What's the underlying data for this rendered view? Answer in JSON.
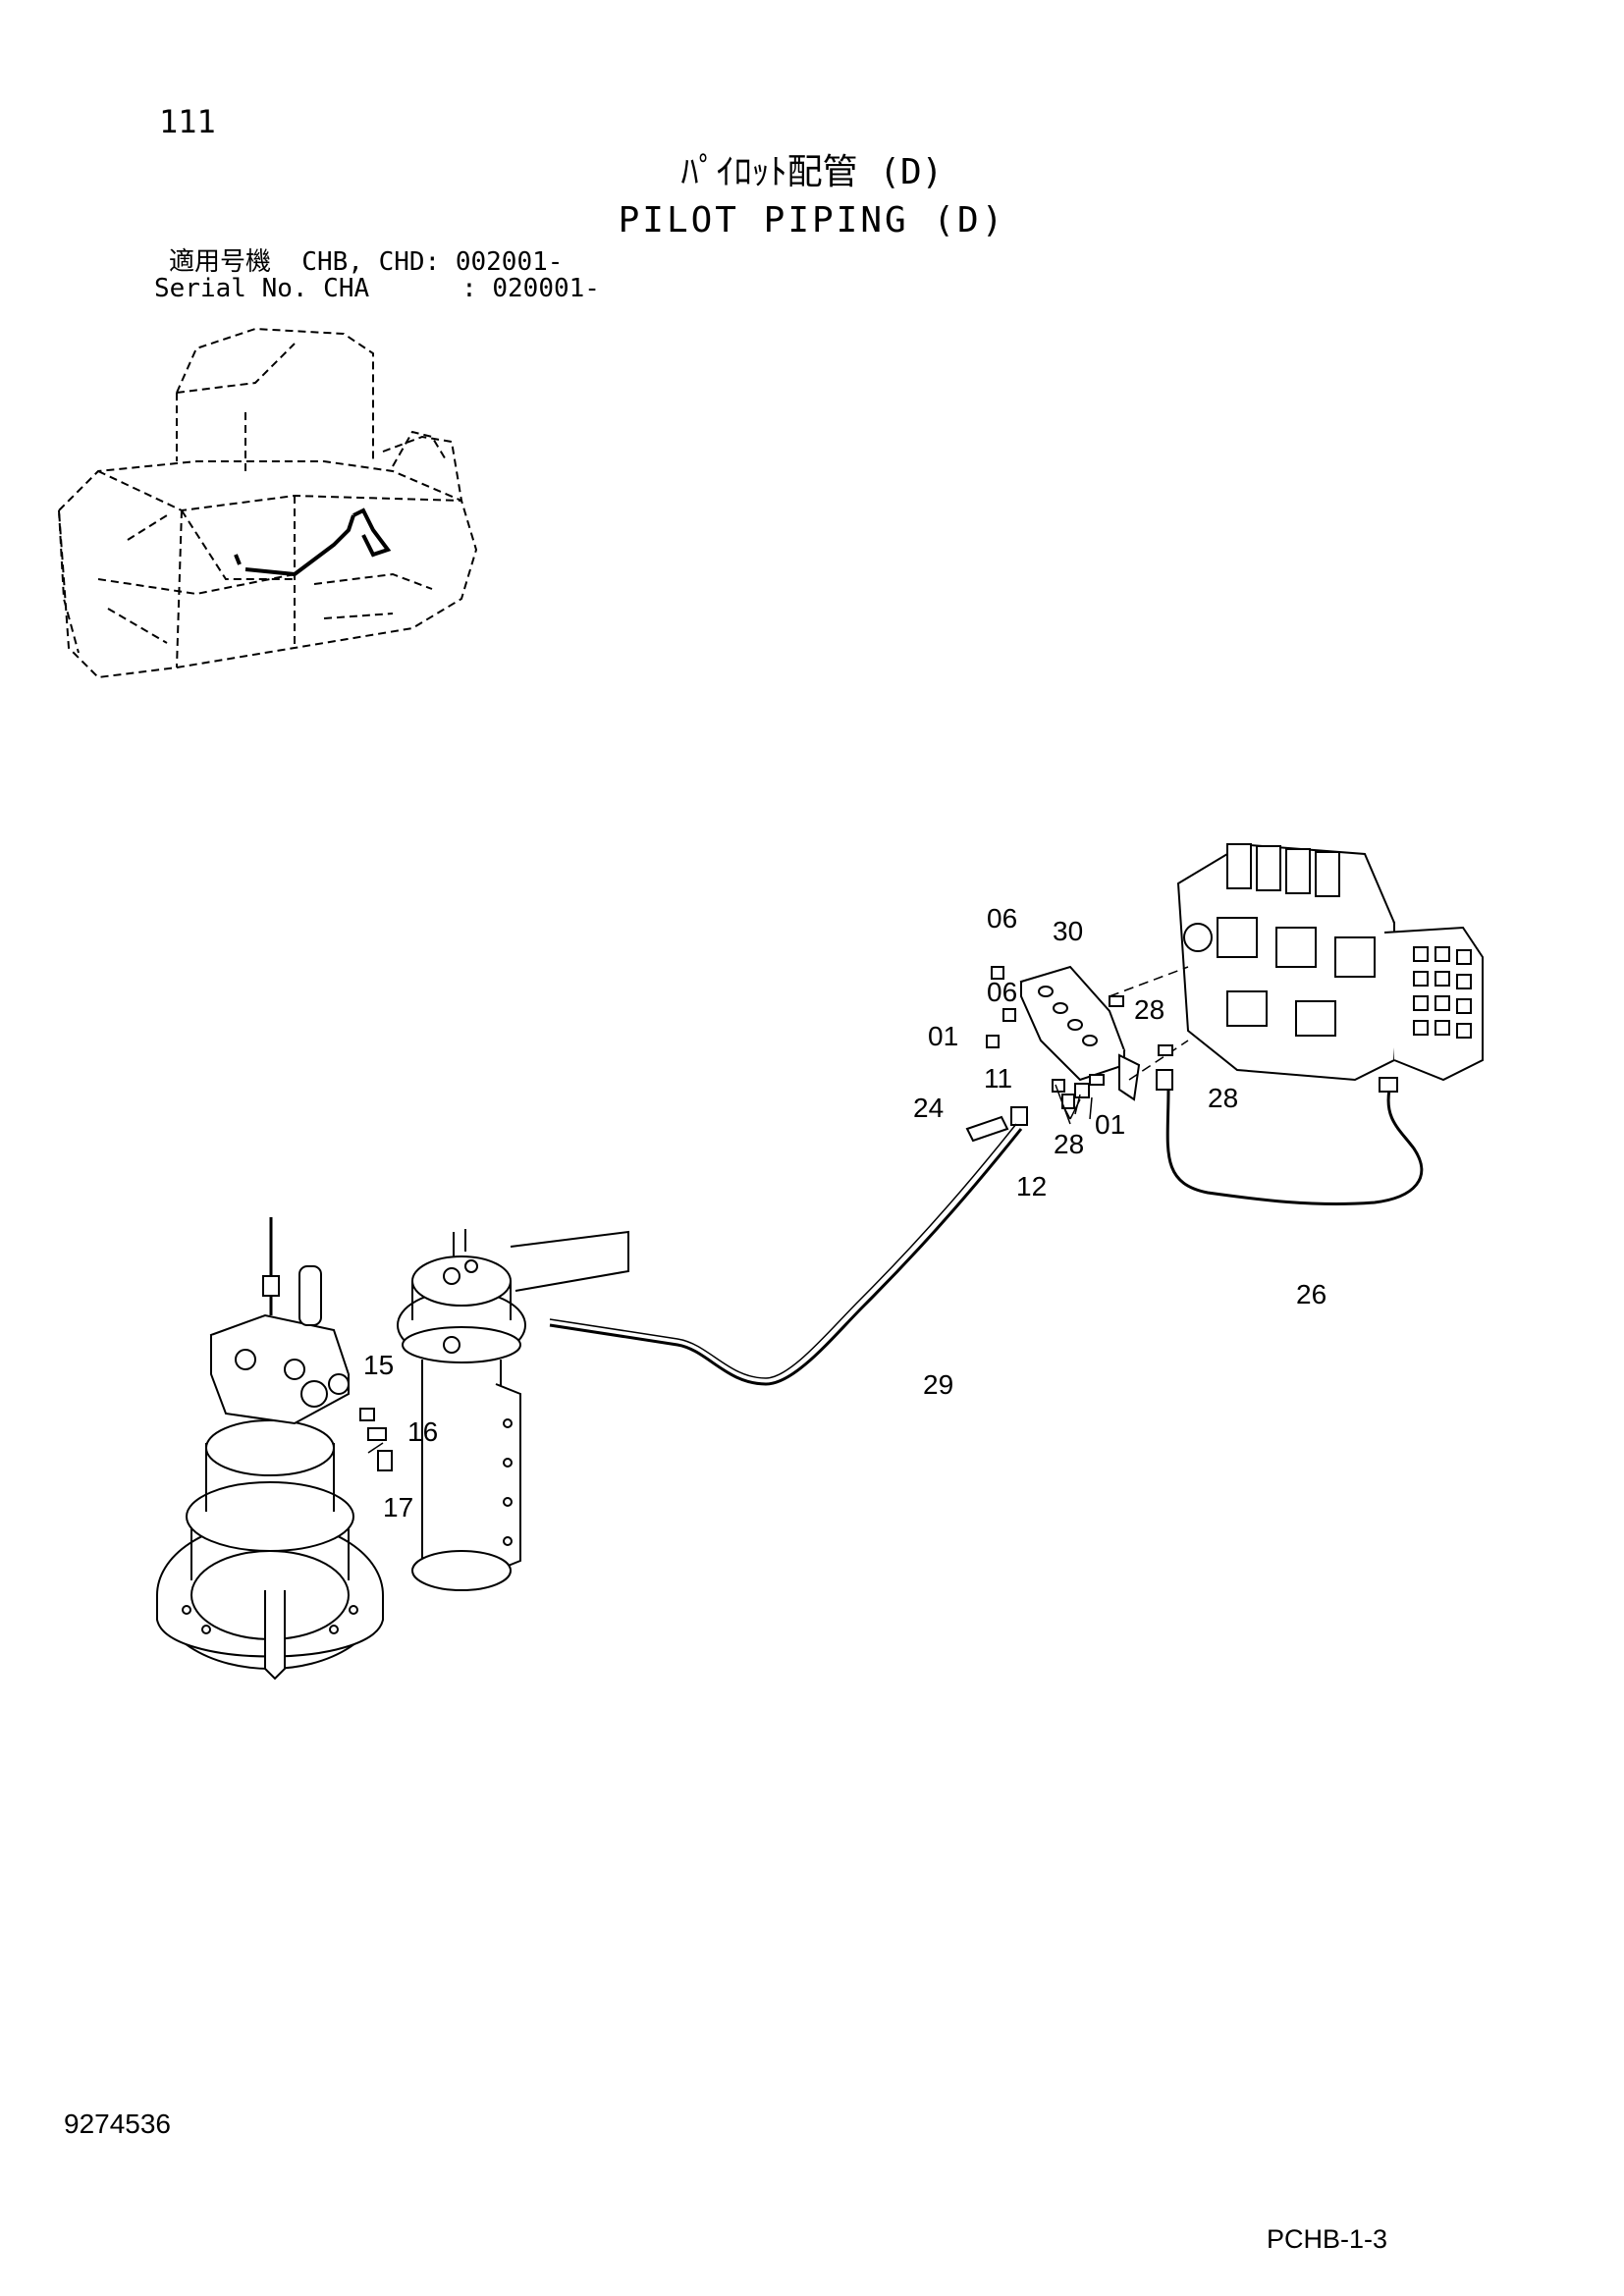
{
  "header": {
    "page_number": "111",
    "title_jp": "ﾊﾟｲﾛｯﾄ配管 (D)",
    "title_en": "PILOT PIPING (D)",
    "serial_line_1": "適用号機  CHB, CHD: 002001-",
    "serial_line_2": "Serial No. CHA      : 020001-"
  },
  "callouts": {
    "c06a": "06",
    "c30": "30",
    "c06b": "06",
    "c28a": "28",
    "c01a": "01",
    "c11": "11",
    "c28b": "28",
    "c24": "24",
    "c01b": "01",
    "c28c": "28",
    "c12": "12",
    "c26": "26",
    "c29": "29",
    "c15": "15",
    "c16": "16",
    "c17": "17"
  },
  "footer": {
    "diagram_number": "9274536",
    "page_code": "PCHB-1-3"
  }
}
